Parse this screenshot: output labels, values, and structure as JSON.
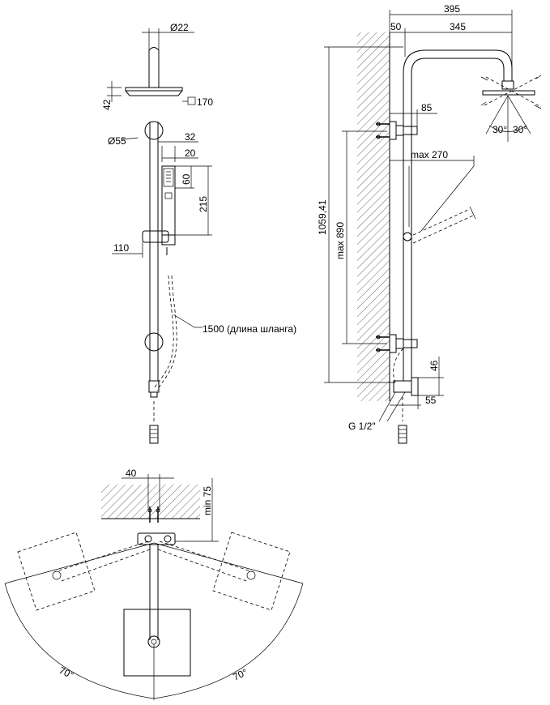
{
  "front_view": {
    "dim_pipe_diameter": "Ø22",
    "dim_head_height": "42",
    "dim_head_size": "170",
    "dim_bracket_diameter": "Ø55",
    "dim_handshower_offset": "32",
    "dim_handshower_width": "20",
    "dim_handshower_nozzle": "60",
    "dim_handshower_length": "215",
    "dim_holder_offset": "110",
    "hose_label": "1500 (длина шланга)"
  },
  "side_view": {
    "dim_overall_reach": "395",
    "dim_wall_offset": "50",
    "dim_arm_reach": "345",
    "dim_bracket_depth": "85",
    "dim_handshower_reach": "max 270",
    "dim_overall_height": "1059,41",
    "dim_adjustable_height": "max 890",
    "dim_outlet_height": "46",
    "dim_outlet_depth": "55",
    "angle_left": "30°",
    "angle_right": "30°",
    "thread_label": "G 1/2\""
  },
  "top_view": {
    "dim_bracket_width": "40",
    "dim_min_wall_offset": "min 75",
    "angle_left": "70°",
    "angle_right": "70°"
  }
}
